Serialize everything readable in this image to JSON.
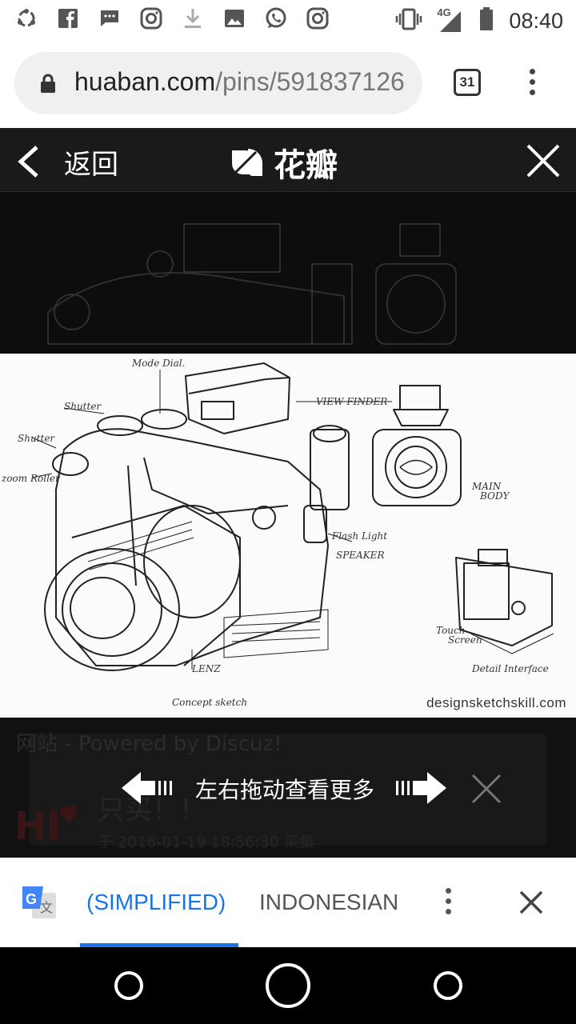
{
  "status_bar": {
    "time": "08:40",
    "network": "4G",
    "left_icons": [
      "sync-icon",
      "facebook-icon",
      "message-icon",
      "instagram-icon",
      "download-icon",
      "image-icon",
      "whatsapp-icon",
      "instagram-icon"
    ],
    "right_icons": [
      "vibrate-icon",
      "signal-icon",
      "battery-icon"
    ]
  },
  "browser": {
    "url_host": "huaban.com",
    "url_path": "/pins/591837126",
    "tab_count": "31"
  },
  "viewer": {
    "back_label": "返回",
    "logo_text": "花瓣",
    "watermark": "designsketchskill.com",
    "hint_text": "左右拖动查看更多",
    "background_site_text": "网站 - Powered by Discuz!",
    "background_card_title": "只买！！",
    "background_card_date": "于 2016-01-19 18:56:30 采集"
  },
  "translate_bar": {
    "tab_source": "(SIMPLIFIED)",
    "tab_target": "INDONESIAN",
    "accent_color": "#1a73e8"
  }
}
